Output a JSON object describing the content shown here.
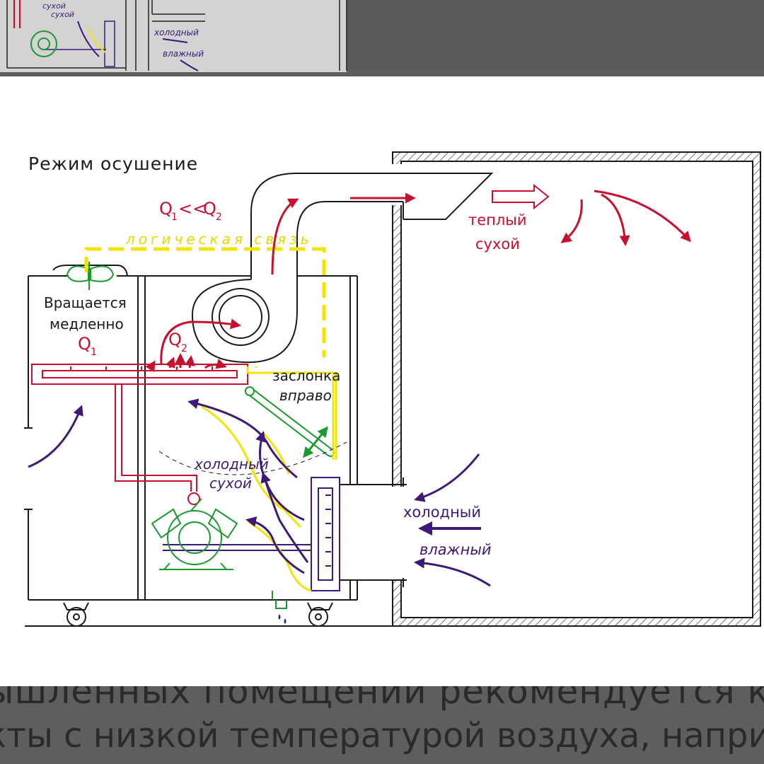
{
  "background_text": {
    "line1": "ышленных помещений рекомендуется комплект",
    "line2": "кты с низкой температурой воздуха, например,"
  },
  "thumbnail": {
    "label_dry_small": "сухой",
    "label_dry_small2": "сухой",
    "label_cold_small": "холодный",
    "label_wet_small": "влажный"
  },
  "diagram": {
    "title": "Режим осушение",
    "q_relation": {
      "q": "Q",
      "sub1": "1",
      "op": "<<",
      "sub2": "2"
    },
    "logic_link": "логическая связь",
    "fan_state_line1": "Вращается",
    "fan_state_line2": "медленно",
    "q1": {
      "q": "Q",
      "sub": "1"
    },
    "q2": {
      "q": "Q",
      "sub": "2"
    },
    "damper_line1": "заслонка",
    "damper_line2": "вправо",
    "inner_air_line1": "холодный",
    "inner_air_line2": "сухой",
    "outlet_air_line1": "теплый",
    "outlet_air_line2": "сухой",
    "inlet_air_line1": "холодный",
    "inlet_air_line2": "влажный"
  },
  "colors": {
    "hot_red": "#c8102e",
    "cold_purple": "#3d1a78",
    "logic_yellow": "#f2e600",
    "compressor_green": "#1a9a2e",
    "outline_black": "#1a1a1a"
  }
}
